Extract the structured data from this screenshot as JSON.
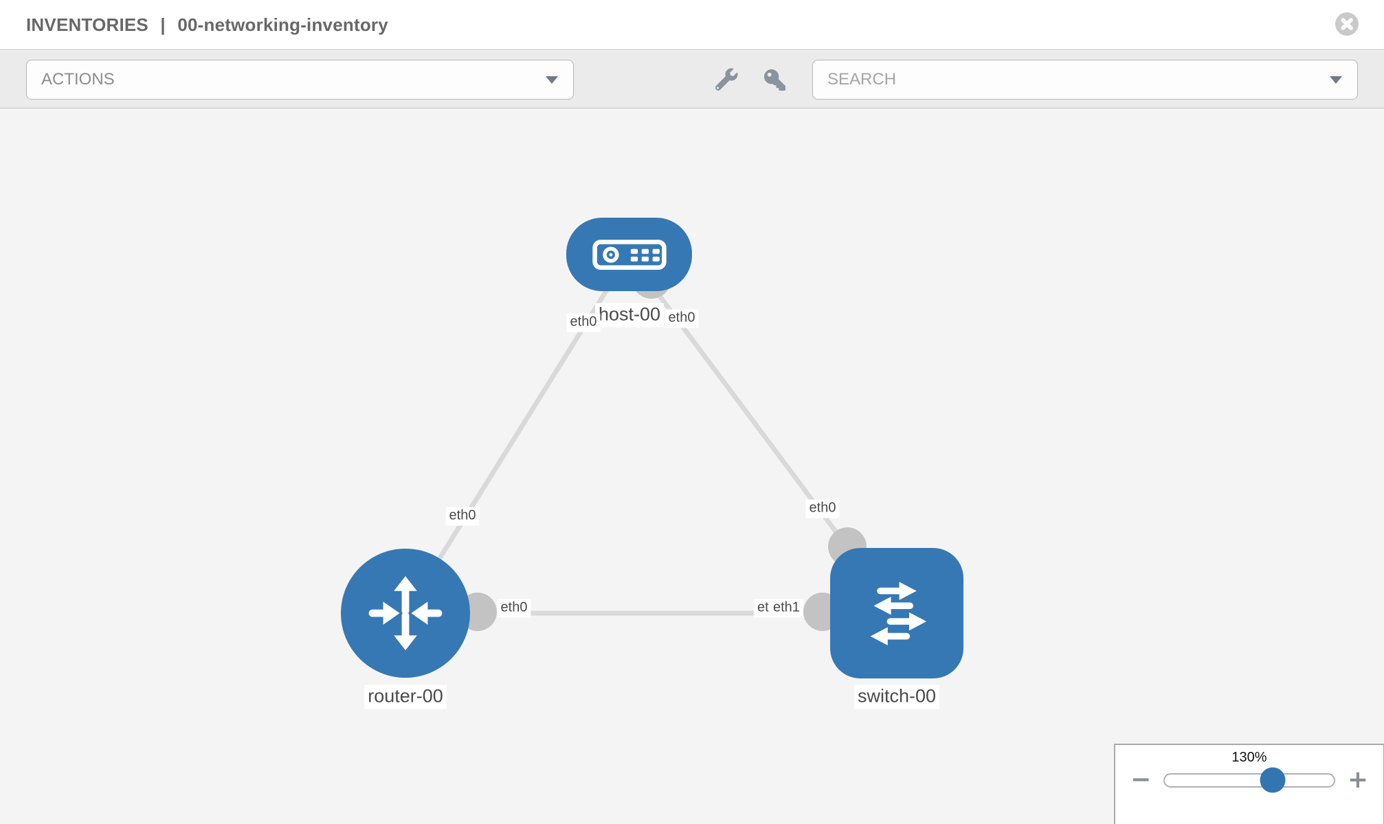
{
  "header": {
    "section": "INVENTORIES",
    "separator": "|",
    "item": "00-networking-inventory"
  },
  "toolbar": {
    "actions_label": "ACTIONS",
    "search_placeholder": "SEARCH",
    "icons": [
      "wrench-icon",
      "key-icon"
    ]
  },
  "diagram": {
    "nodes": [
      {
        "id": "host-00",
        "label": "host-00",
        "type": "host",
        "shape": "rounded-rect"
      },
      {
        "id": "router-00",
        "label": "router-00",
        "type": "router",
        "shape": "circle"
      },
      {
        "id": "switch-00",
        "label": "switch-00",
        "type": "switch",
        "shape": "rounded-square"
      }
    ],
    "links": [
      {
        "source": "host-00",
        "source_interface": "eth0",
        "target": "router-00",
        "target_interface": "eth0"
      },
      {
        "source": "host-00",
        "source_interface": "eth0",
        "target": "switch-00",
        "target_interface": "eth0"
      },
      {
        "source": "router-00",
        "source_interface": "eth0",
        "target": "switch-00",
        "target_interface": "eth1"
      }
    ],
    "interface_labels": {
      "host_side_to_router": "eth0",
      "host_side_to_switch": "eth0",
      "router_side_to_host": "eth0",
      "switch_side_to_host": "eth0",
      "router_side_to_switch": "eth0",
      "switch_side_back": "eth0",
      "switch_side_front": "eth1"
    }
  },
  "zoom_control": {
    "value": "130%",
    "minus_label": "−",
    "plus_label": "+"
  },
  "colors": {
    "node_blue": "#3678b3",
    "slider_thumb_blue": "#3276b1",
    "link_gray": "#d9d9d9",
    "connector_gray": "#c3c3c3",
    "toolbar_gray": "#ebebeb",
    "canvas_gray": "#f4f4f4",
    "title_gray": "#686868"
  }
}
